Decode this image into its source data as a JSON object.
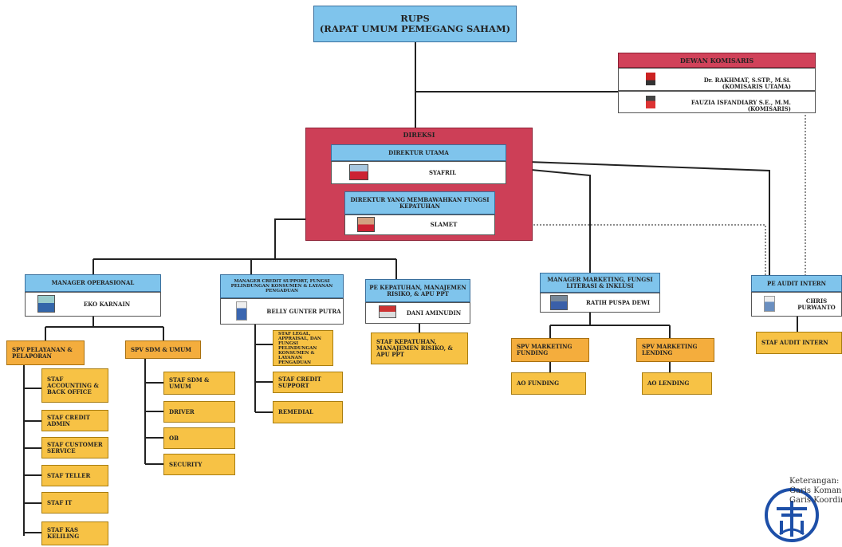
{
  "rups": {
    "line1": "RUPS",
    "line2": "(RAPAT UMUM PEMEGANG SAHAM)"
  },
  "dewan": {
    "title": "DEWAN KOMISARIS",
    "members": [
      {
        "name": "Dr. RAKHMAT, S.STP., M.Si.",
        "role": "(KOMISARIS UTAMA)"
      },
      {
        "name": "FAUZIA ISFANDIARY S.E., M.M.",
        "role": "(KOMISARIS)"
      }
    ]
  },
  "direksi": {
    "title": "DIREKSI",
    "utama": {
      "title": "DIREKTUR UTAMA",
      "name": "SYAFRIL"
    },
    "kepatuhan": {
      "title": "DIREKTUR YANG MEMBAWAHKAN FUNGSI KEPATUHAN",
      "name": "SLAMET"
    }
  },
  "managers": {
    "operasional": {
      "title": "MANAGER OPERASIONAL",
      "name": "EKO KARNAIN"
    },
    "credit": {
      "title": "MANAGER CREDIT SUPPORT, FUNGSI PELINDUNGAN KONSUMEN & LAYANAN PENGADUAN",
      "name": "BELLY GUNTER PUTRA"
    },
    "kepatuhan": {
      "title": "PE KEPATUHAN, MANAJEMEN RISIKO, & APU PPT",
      "name": "DANI AMINUDIN"
    },
    "marketing": {
      "title": "MANAGER MARKETING, FUNGSI LITERASI & INKLUSI",
      "name": "RATIH PUSPA DEWI"
    },
    "audit": {
      "title": "PE AUDIT INTERN",
      "name": "CHRIS PURWANTO"
    }
  },
  "spv": {
    "pelayanan": "SPV PELAYANAN & PELAPORAN",
    "sdm": "SPV SDM & UMUM",
    "funding": "SPV MARKETING FUNDING",
    "lending": "SPV MARKETING LENDING"
  },
  "staff": {
    "pelayanan": [
      "STAF ACCOUNTING & BACK OFFICE",
      "STAF CREDIT ADMIN",
      "STAF CUSTOMER SERVICE",
      "STAF TELLER",
      "STAF IT",
      "STAF KAS KELILING"
    ],
    "sdm": [
      "STAF SDM & UMUM",
      "DRIVER",
      "OB",
      "SECURITY"
    ],
    "credit": [
      "STAF LEGAL, APPRAISAL, DAN FUNGSI PELINDUNGAN KONSUMEN & LAYANAN PENGADUAN",
      "STAF CREDIT SUPPORT",
      "REMEDIAL"
    ],
    "kepatuhan": "STAF KEPATUHAN, MANAJEMEN RISIKO, & APU PPT",
    "funding": "AO FUNDING",
    "lending": "AO LENDING",
    "audit": "STAF AUDIT INTERN"
  },
  "legend": {
    "line1": "Keterangan:",
    "line2": "Garis Komando",
    "line3": "Garis Koordinasi"
  },
  "colors": {
    "header": "#7fc4ec",
    "direksi": "#cd3f57",
    "dewan_header": "#d1425a",
    "staff": "#f7c245",
    "spv": "#f4ad3d"
  },
  "icons": [
    "person-photo-icon",
    "company-logo-icon"
  ]
}
